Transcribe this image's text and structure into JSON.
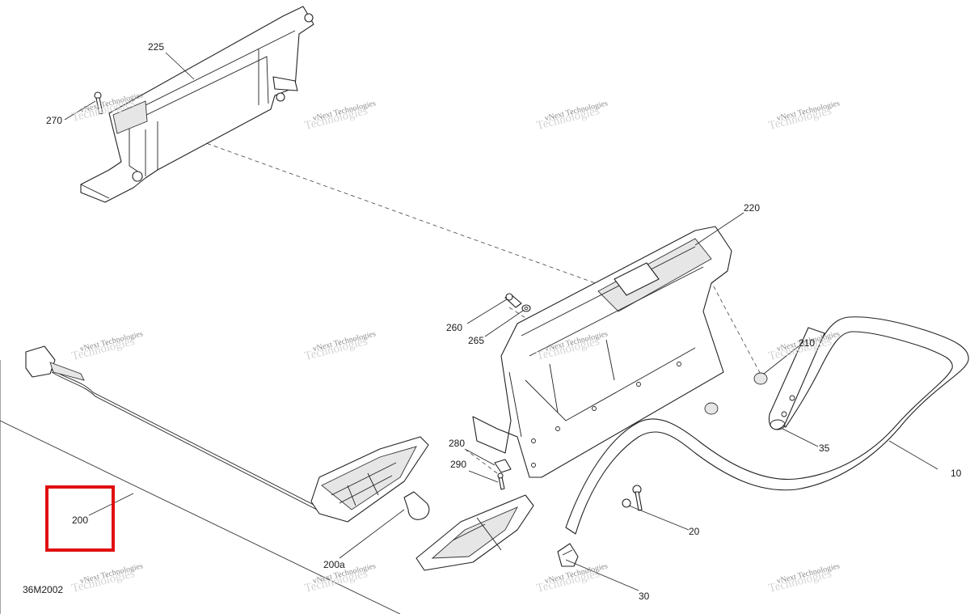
{
  "figure_code": "36M2002",
  "callouts": {
    "c225": "225",
    "c270": "270",
    "c220": "220",
    "c260": "260",
    "c265": "265",
    "c210": "210",
    "c35": "35",
    "c10": "10",
    "c280": "280",
    "c290": "290",
    "c20": "20",
    "c200": "200",
    "c200a": "200a",
    "c30": "30"
  },
  "watermark": {
    "line1": "vNext Technologies",
    "line2": "Technologies"
  },
  "highlight": {
    "target": "200",
    "color": "#e01010"
  }
}
